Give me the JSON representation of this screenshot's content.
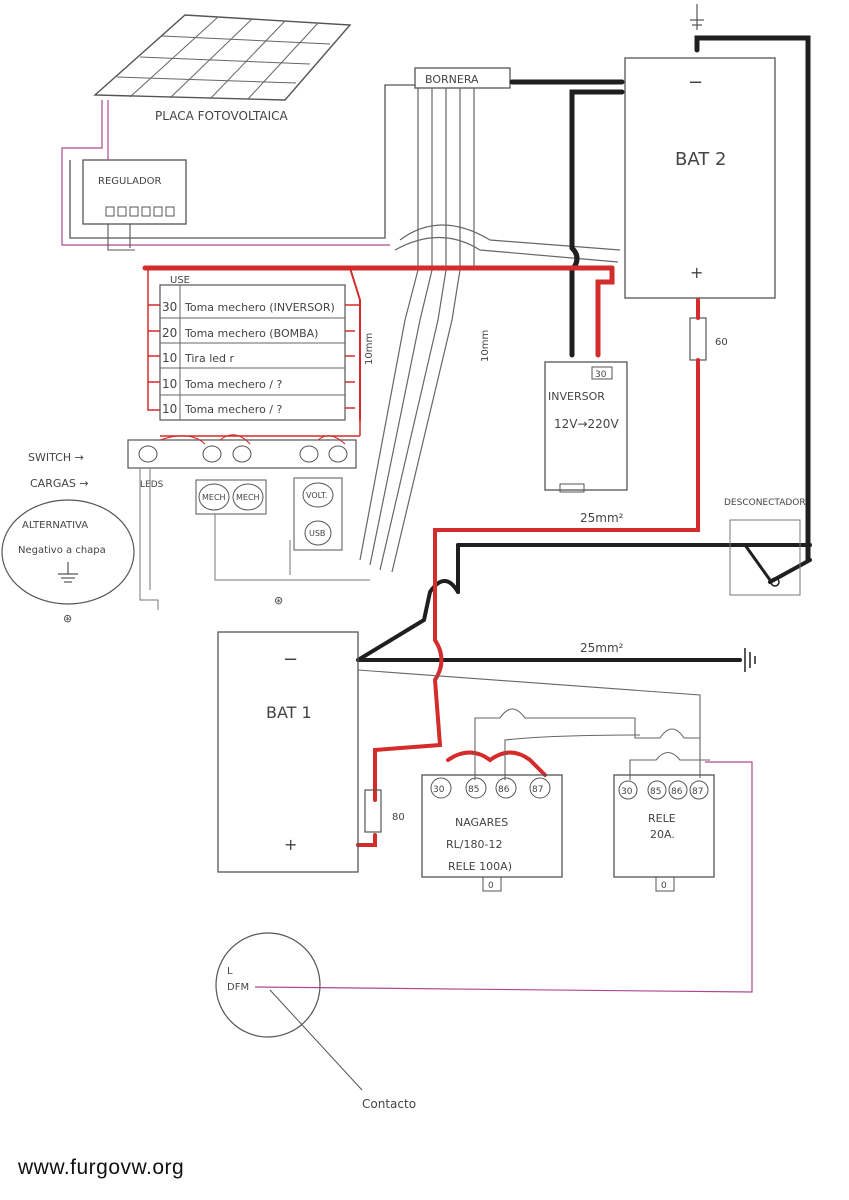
{
  "solar": {
    "label": "PLACA FOTOVOLTAICA"
  },
  "regulator": {
    "label": "REGULADOR"
  },
  "terminal_block": {
    "label": "BORNERA"
  },
  "battery2": {
    "label": "BAT 2",
    "neg": "−",
    "pos": "+",
    "fuse": "60"
  },
  "fuse_box": {
    "header": "USE",
    "rows": [
      {
        "amp": "30",
        "text": "Toma mechero (INVERSOR)"
      },
      {
        "amp": "20",
        "text": "Toma mechero (BOMBA)"
      },
      {
        "amp": "10",
        "text": "Tira led r"
      },
      {
        "amp": "10",
        "text": "Toma mechero / ?"
      },
      {
        "amp": "10",
        "text": "Toma mechero / ?"
      }
    ],
    "wire_gauge": "10mm"
  },
  "wire_gauge_mid": "10mm",
  "inverter": {
    "label1": "INVERSOR",
    "label2": "12V→220V",
    "fuse": "30"
  },
  "side_labels": {
    "switch": "SWITCH →",
    "cargas": "CARGAS →"
  },
  "loads": {
    "leds": "LEDS",
    "mech1": "MECH",
    "mech2": "MECH",
    "volt": "VOLT.",
    "usb": "USB"
  },
  "alt_note": {
    "line1": "ALTERNATIVA",
    "line2": "Negativo a chapa"
  },
  "disconnector": {
    "label": "DESCONECTADOR"
  },
  "cable_25_top": "25mm²",
  "cable_25_mid": "25mm²",
  "battery1": {
    "label": "BAT 1",
    "neg": "−",
    "pos": "+",
    "fuse": "80"
  },
  "relay_main": {
    "pins": [
      "30",
      "85",
      "86",
      "87"
    ],
    "line1": "NAGARES",
    "line2": "RL/180-12",
    "line3": "RELE 100A)",
    "base": "0"
  },
  "relay_small": {
    "pins": [
      "30",
      "85",
      "86",
      "87"
    ],
    "line1": "RELE",
    "line2": "20A.",
    "base": "0"
  },
  "alternator": {
    "l": "L",
    "dfm": "DFM"
  },
  "contact_label": "Contacto",
  "watermark": "www.furgovw.org",
  "colors": {
    "red_wire": "#d42b2b",
    "black_wire": "#1f1f1f",
    "pencil": "#555555",
    "pink_wire": "#b0488f"
  }
}
